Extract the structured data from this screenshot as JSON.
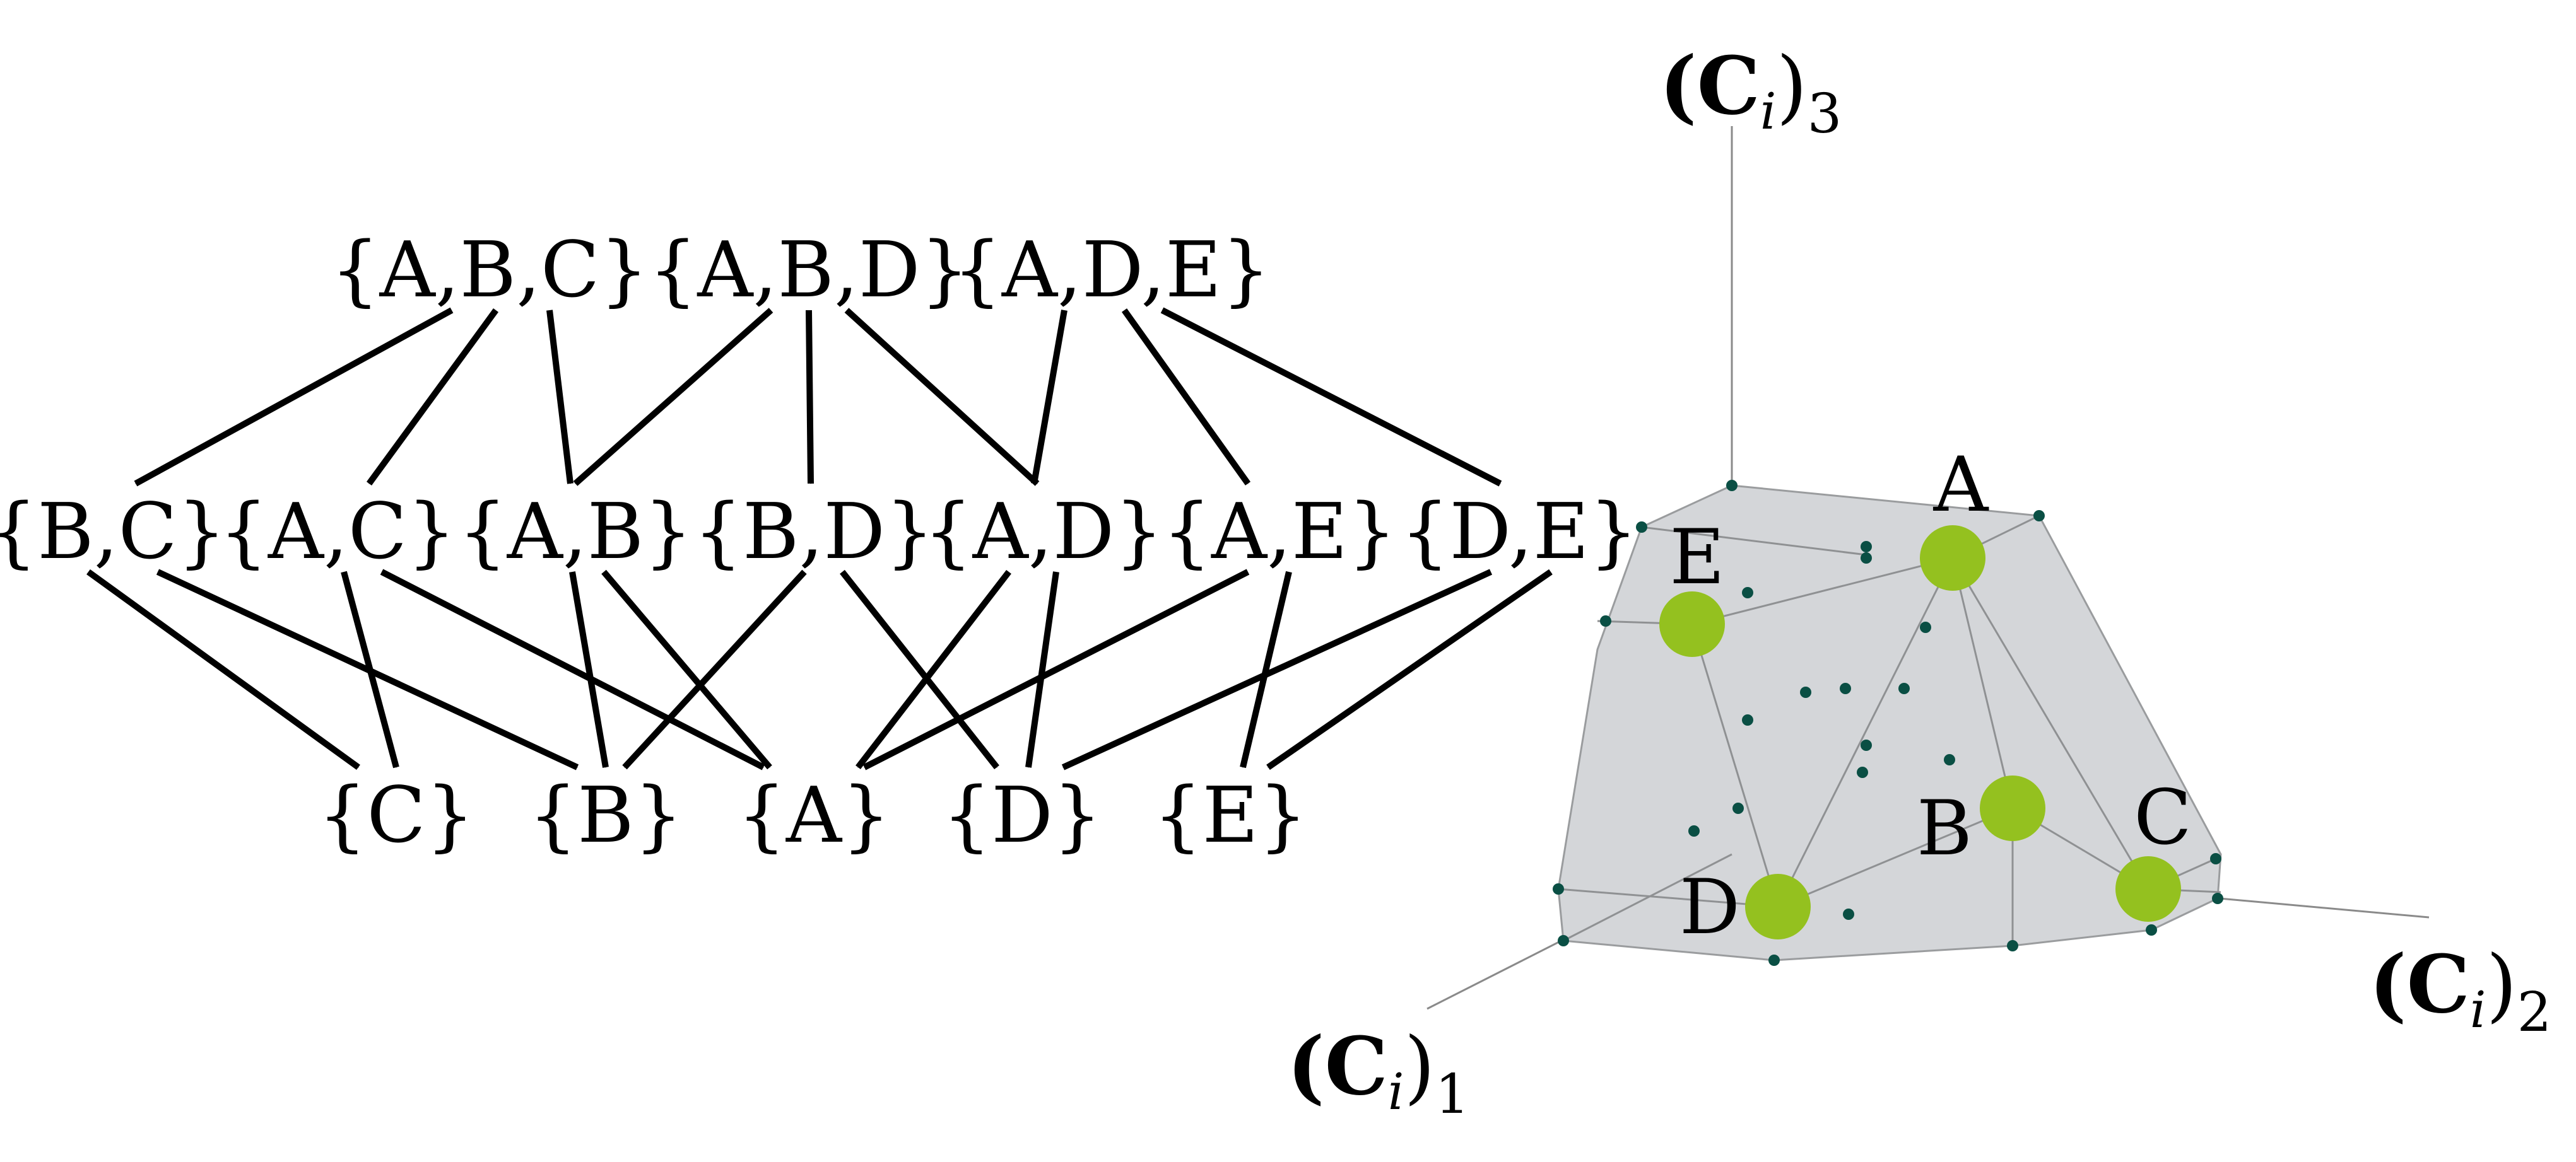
{
  "lattice": {
    "row_top": [
      {
        "id": "ABC",
        "label": "{A,B,C}"
      },
      {
        "id": "ABD",
        "label": "{A,B,D}"
      },
      {
        "id": "ADE",
        "label": "{A,D,E}"
      }
    ],
    "row_middle": [
      {
        "id": "BC",
        "label": "{B,C}"
      },
      {
        "id": "AC",
        "label": "{A,C}"
      },
      {
        "id": "AB",
        "label": "{A,B}"
      },
      {
        "id": "BD",
        "label": "{B,D}"
      },
      {
        "id": "AD",
        "label": "{A,D}"
      },
      {
        "id": "AE",
        "label": "{A,E}"
      },
      {
        "id": "DE",
        "label": "{D,E}"
      }
    ],
    "row_bottom": [
      {
        "id": "C",
        "label": "{C}"
      },
      {
        "id": "B",
        "label": "{B}"
      },
      {
        "id": "A",
        "label": "{A}"
      },
      {
        "id": "D",
        "label": "{D}"
      },
      {
        "id": "E",
        "label": "{E}"
      }
    ],
    "edges": [
      [
        "ABC",
        "BC"
      ],
      [
        "ABC",
        "AC"
      ],
      [
        "ABC",
        "AB"
      ],
      [
        "ABD",
        "AB"
      ],
      [
        "ABD",
        "BD"
      ],
      [
        "ABD",
        "AD"
      ],
      [
        "ADE",
        "AD"
      ],
      [
        "ADE",
        "AE"
      ],
      [
        "ADE",
        "DE"
      ],
      [
        "BC",
        "C"
      ],
      [
        "BC",
        "B"
      ],
      [
        "AC",
        "C"
      ],
      [
        "AC",
        "A"
      ],
      [
        "AB",
        "B"
      ],
      [
        "AB",
        "A"
      ],
      [
        "BD",
        "B"
      ],
      [
        "BD",
        "D"
      ],
      [
        "AD",
        "A"
      ],
      [
        "AD",
        "D"
      ],
      [
        "AE",
        "A"
      ],
      [
        "AE",
        "E"
      ],
      [
        "DE",
        "D"
      ],
      [
        "DE",
        "E"
      ]
    ]
  },
  "plot3d": {
    "axes": {
      "x3": {
        "base": "(C",
        "sub": "i",
        "close": ")",
        "index": "3"
      },
      "x2": {
        "base": "(C",
        "sub": "i",
        "close": ")",
        "index": "2"
      },
      "x1": {
        "base": "(C",
        "sub": "i",
        "close": ")",
        "index": "1"
      }
    },
    "vertices": [
      {
        "label": "A"
      },
      {
        "label": "E"
      },
      {
        "label": "B"
      },
      {
        "label": "C"
      },
      {
        "label": "D"
      }
    ],
    "colors": {
      "vertex": "#94c11f",
      "point": "#0a4f44",
      "hull": "#d4d6d9"
    }
  }
}
